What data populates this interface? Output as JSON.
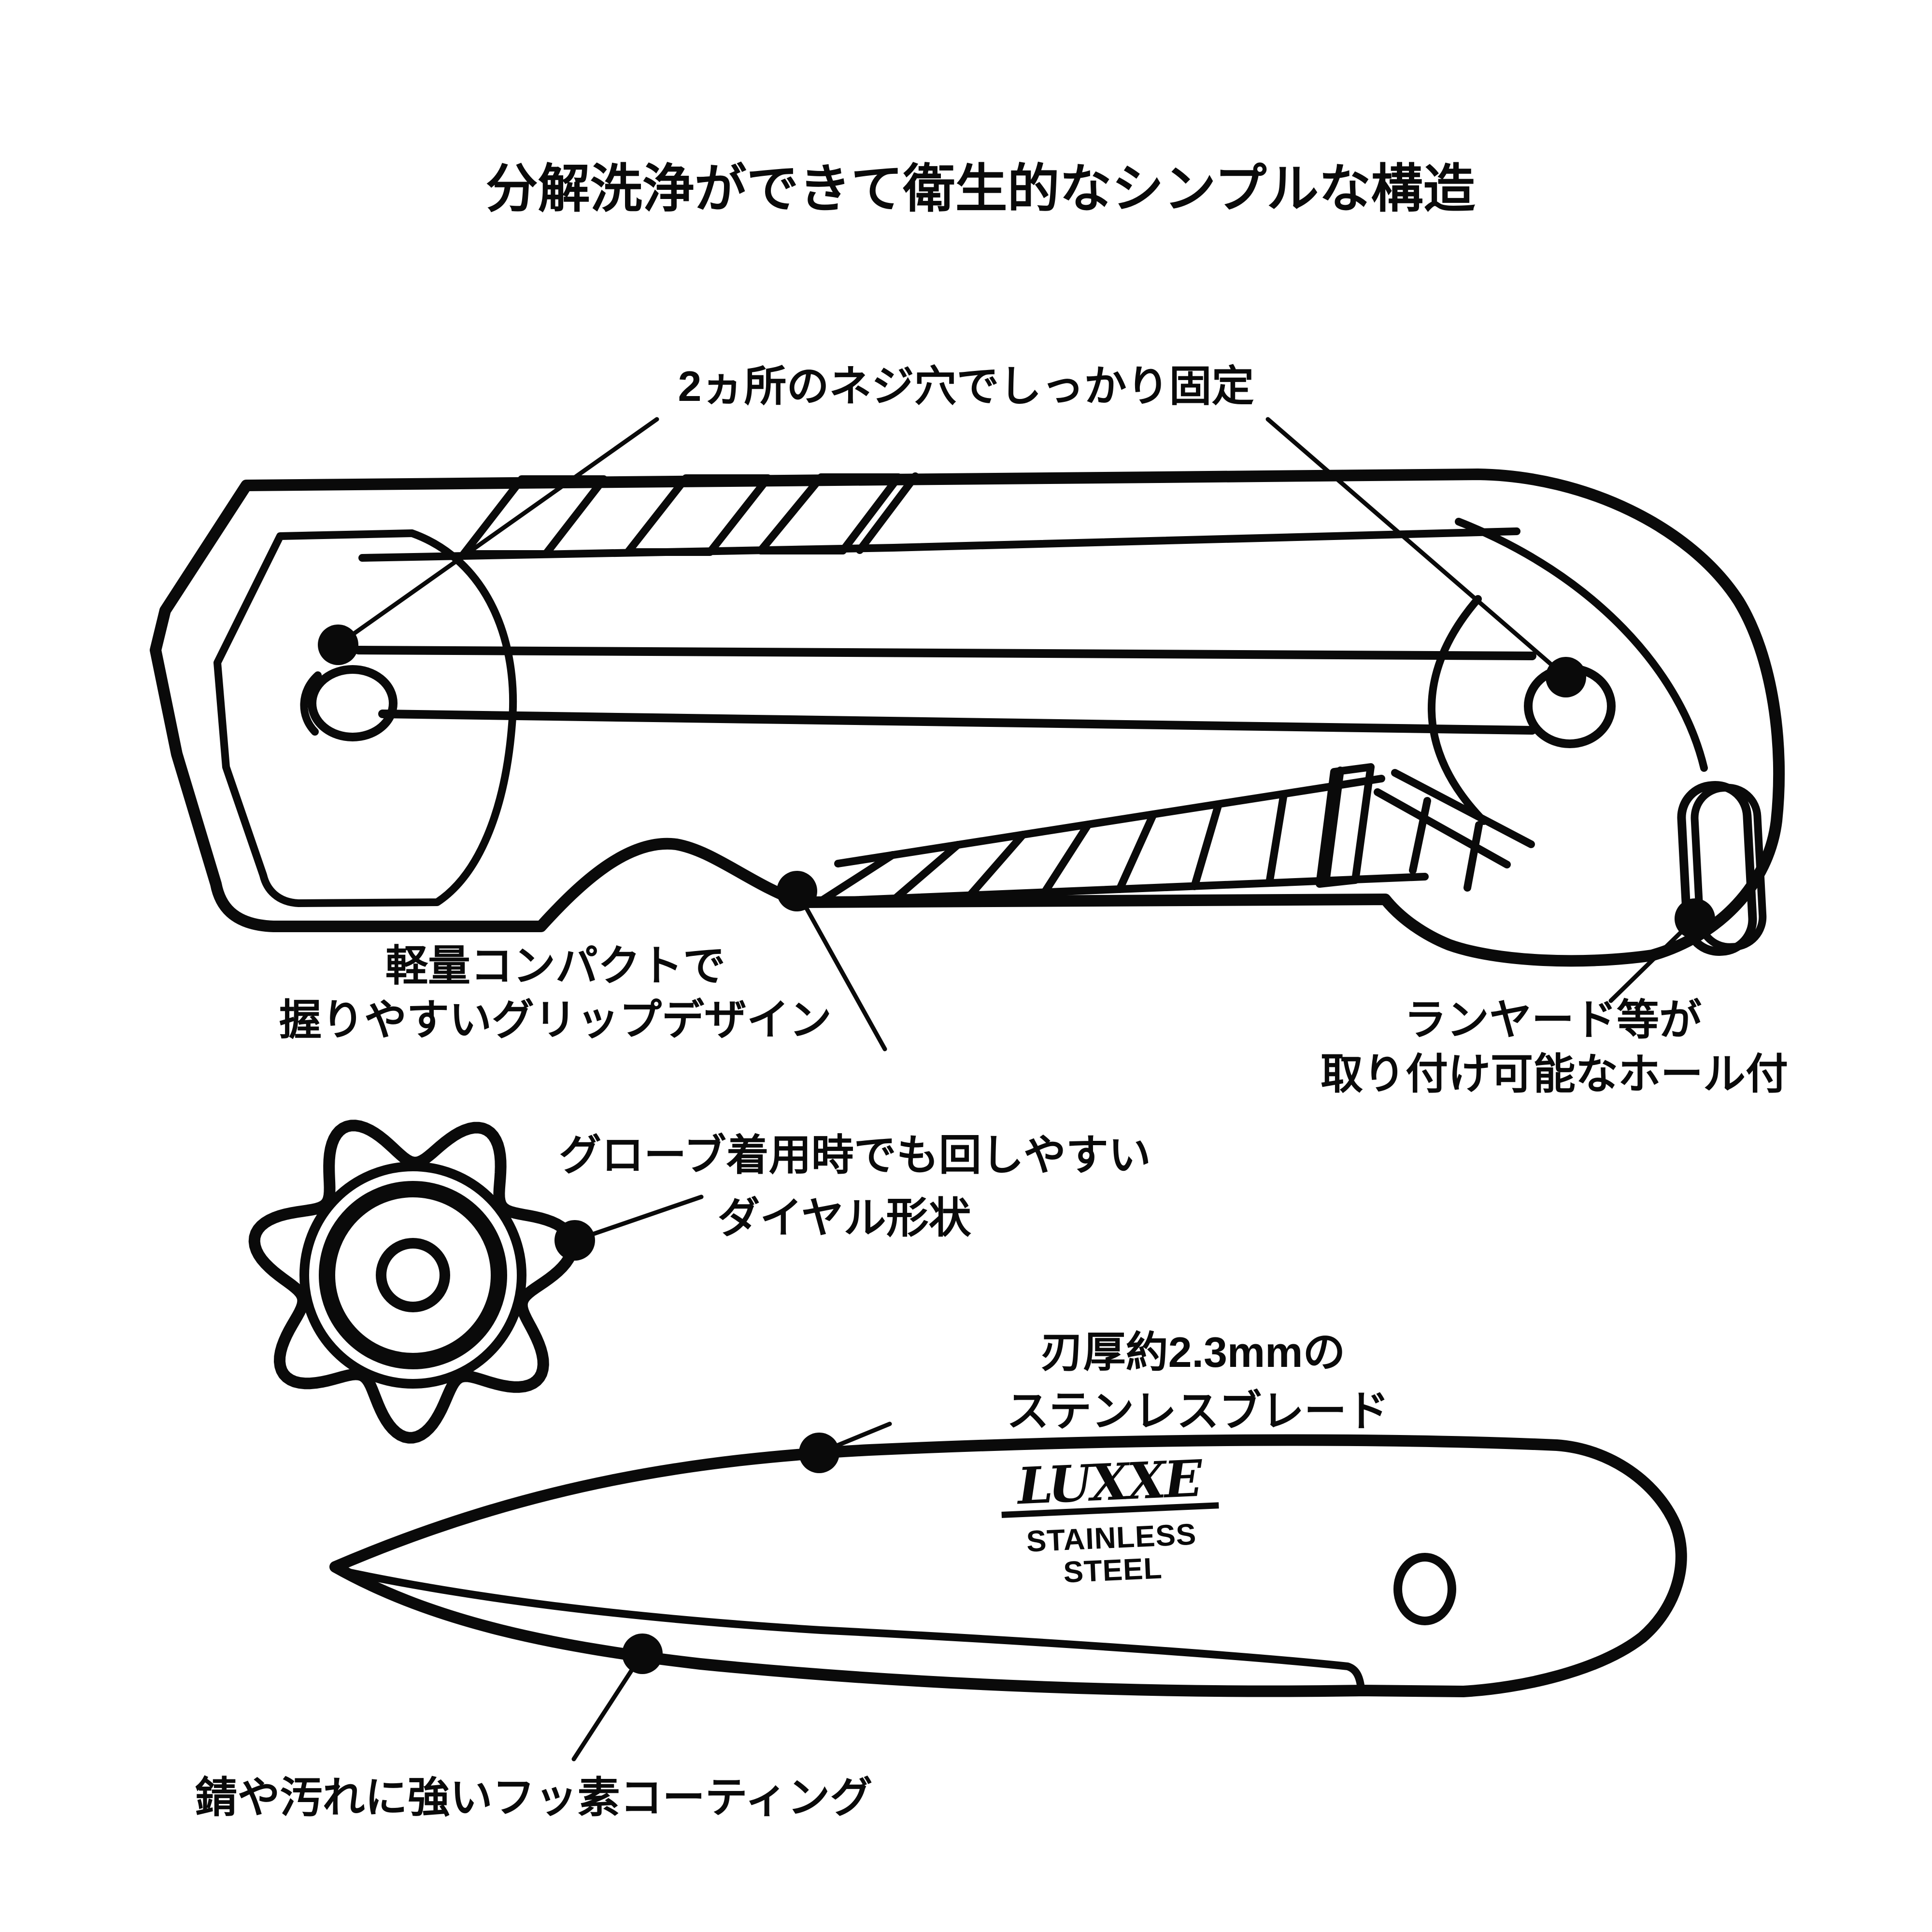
{
  "title": "分解洗浄ができて衛生的なシンプルな構造",
  "labels": {
    "screw": "2ヵ所のネジ穴でしっかり固定",
    "grip_line1": "軽量コンパクトで",
    "grip_line2": "握りやすいグリップデザイン",
    "lanyard_line1": "ランヤード等が",
    "lanyard_line2": "取り付け可能なホール付",
    "dial_line1": "グローブ着用時でも回しやすい",
    "dial_line2": "ダイヤル形状",
    "blade_line1": "刃厚約2.3mmの",
    "blade_line2": "ステンレスブレード",
    "coating": "錆や汚れに強いフッ素コーティング"
  },
  "blade_marking": {
    "brand": "LUXXE",
    "steel_line1": "STAINLESS",
    "steel_line2": "STEEL"
  },
  "colors": {
    "ink": "#0a0a0a",
    "background": "#ffffff"
  }
}
